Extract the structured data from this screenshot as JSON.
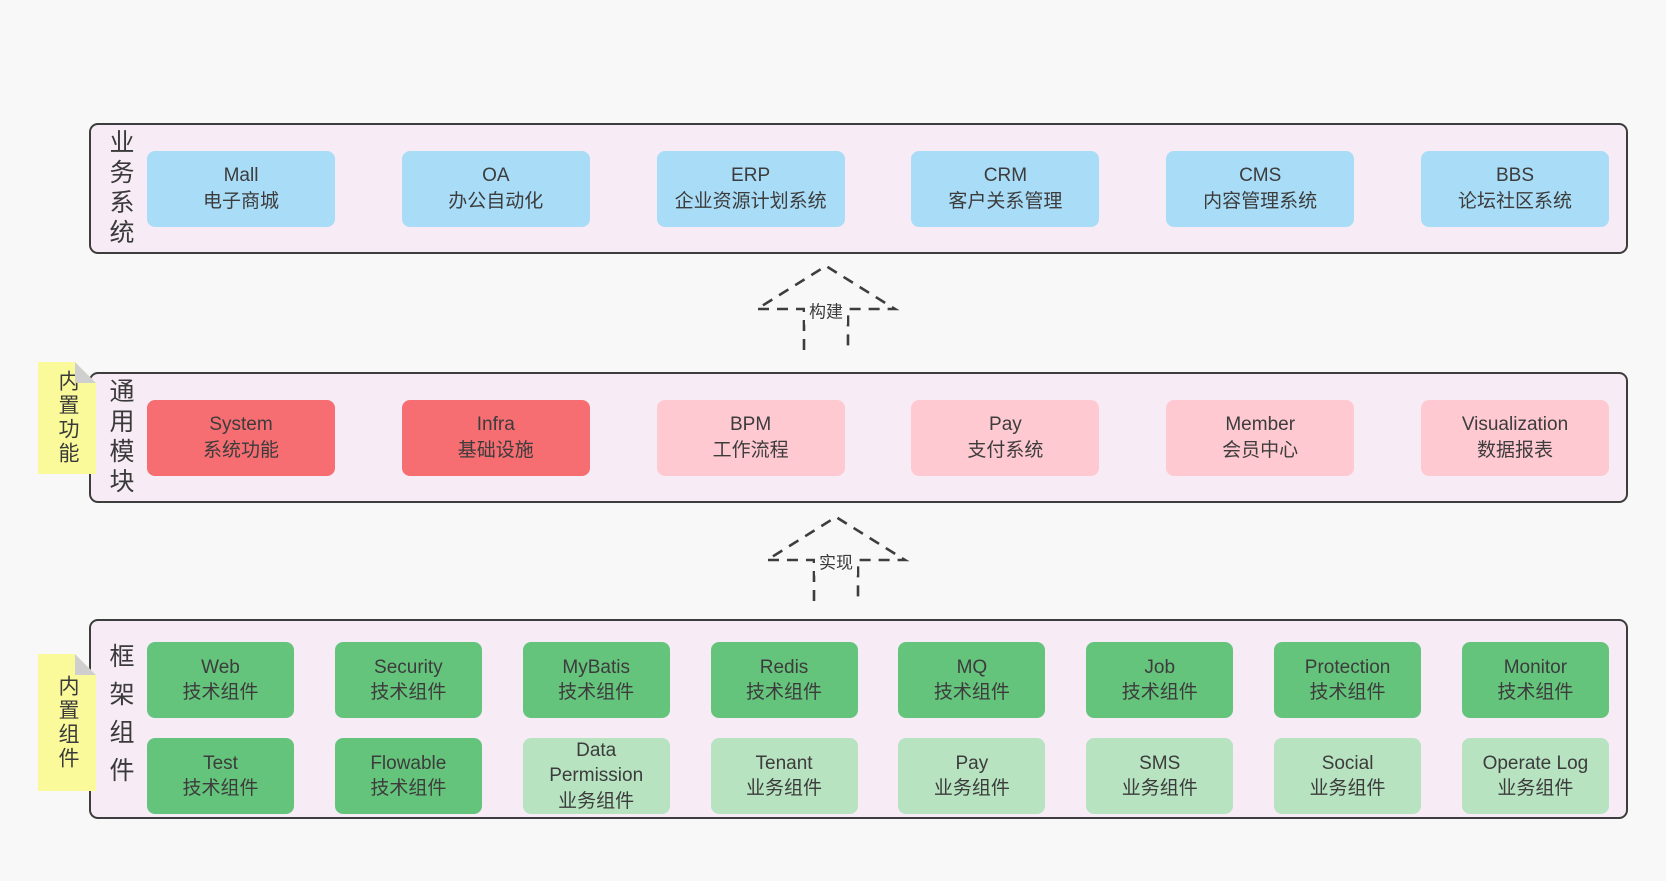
{
  "colors": {
    "page_bg": "#f8f8f8",
    "band_bg": "#f7ecf5",
    "band_border": "#3d3d3d",
    "blue": "#a9dcf7",
    "red": "#f66d72",
    "pink": "#ffc9d2",
    "green": "#65c47c",
    "light_green": "#b7e3c1",
    "sticky_yellow": "#fafa9b",
    "sticky_fold": "#cfcfcf",
    "text": "#3a3a3a"
  },
  "band1": {
    "label": "业务系统",
    "boxes": [
      {
        "name": "Mall",
        "desc": "电子商城",
        "variant": "blue"
      },
      {
        "name": "OA",
        "desc": "办公自动化",
        "variant": "blue"
      },
      {
        "name": "ERP",
        "desc": "企业资源计划系统",
        "variant": "blue"
      },
      {
        "name": "CRM",
        "desc": "客户关系管理",
        "variant": "blue"
      },
      {
        "name": "CMS",
        "desc": "内容管理系统",
        "variant": "blue"
      },
      {
        "name": "BBS",
        "desc": "论坛社区系统",
        "variant": "blue"
      }
    ]
  },
  "arrow1": {
    "label": "构建"
  },
  "band2": {
    "label": "通用模块",
    "sticky": "内置功能",
    "boxes": [
      {
        "name": "System",
        "desc": "系统功能",
        "variant": "red"
      },
      {
        "name": "Infra",
        "desc": "基础设施",
        "variant": "red"
      },
      {
        "name": "BPM",
        "desc": "工作流程",
        "variant": "pink"
      },
      {
        "name": "Pay",
        "desc": "支付系统",
        "variant": "pink"
      },
      {
        "name": "Member",
        "desc": "会员中心",
        "variant": "pink"
      },
      {
        "name": "Visualization",
        "desc": "数据报表",
        "variant": "pink"
      }
    ]
  },
  "arrow2": {
    "label": "实现"
  },
  "band3": {
    "label": "框架组件",
    "sticky": "内置组件",
    "row1": [
      {
        "name": "Web",
        "desc": "技术组件",
        "variant": "green"
      },
      {
        "name": "Security",
        "desc": "技术组件",
        "variant": "green"
      },
      {
        "name": "MyBatis",
        "desc": "技术组件",
        "variant": "green"
      },
      {
        "name": "Redis",
        "desc": "技术组件",
        "variant": "green"
      },
      {
        "name": "MQ",
        "desc": "技术组件",
        "variant": "green"
      },
      {
        "name": "Job",
        "desc": "技术组件",
        "variant": "green"
      },
      {
        "name": "Protection",
        "desc": "技术组件",
        "variant": "green"
      },
      {
        "name": "Monitor",
        "desc": "技术组件",
        "variant": "green"
      }
    ],
    "row2": [
      {
        "name": "Test",
        "desc": "技术组件",
        "variant": "green"
      },
      {
        "name": "Flowable",
        "desc": "技术组件",
        "variant": "green"
      },
      {
        "name": "Data Permission",
        "desc": "业务组件",
        "variant": "light-green"
      },
      {
        "name": "Tenant",
        "desc": "业务组件",
        "variant": "light-green"
      },
      {
        "name": "Pay",
        "desc": "业务组件",
        "variant": "light-green"
      },
      {
        "name": "SMS",
        "desc": "业务组件",
        "variant": "light-green"
      },
      {
        "name": "Social",
        "desc": "业务组件",
        "variant": "light-green"
      },
      {
        "name": "Operate Log",
        "desc": "业务组件",
        "variant": "light-green"
      }
    ]
  }
}
